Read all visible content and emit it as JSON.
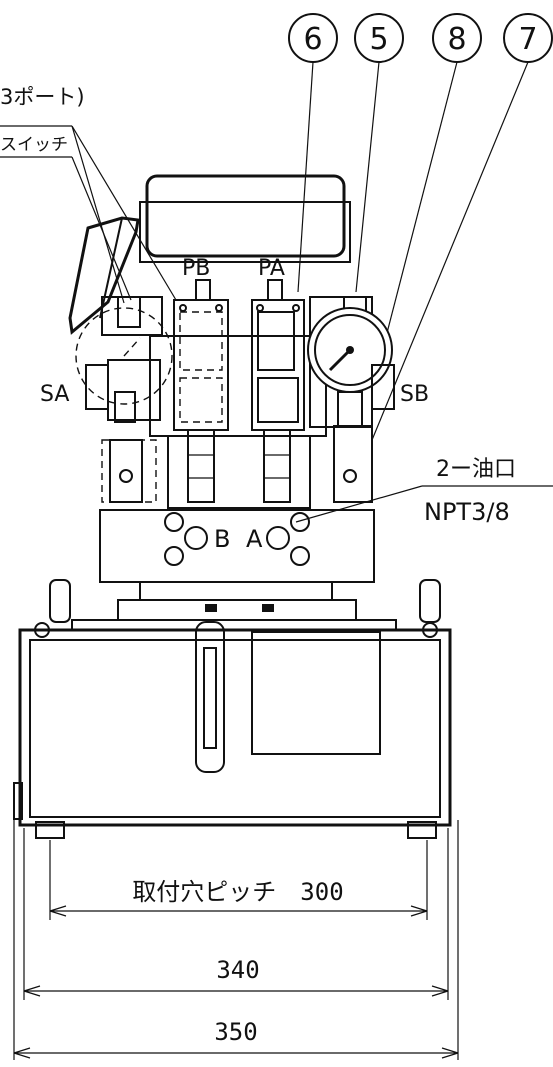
{
  "balloons": [
    {
      "id": "balloon-6",
      "text": "6"
    },
    {
      "id": "balloon-5",
      "text": "5"
    },
    {
      "id": "balloon-8",
      "text": "8"
    },
    {
      "id": "balloon-7",
      "text": "7"
    }
  ],
  "labels": {
    "port_note": "3ポート)",
    "switch_note": "スイッチ",
    "pb": "PB",
    "pa": "PA",
    "sa": "SA",
    "sb": "SB",
    "oil_port": "2ー油口",
    "npt": "NPT3/8",
    "port_b": "B",
    "port_a": "A"
  },
  "dimensions": {
    "mount_pitch": "取付穴ピッチ　300",
    "width_inner": "340",
    "width_outer": "350"
  }
}
